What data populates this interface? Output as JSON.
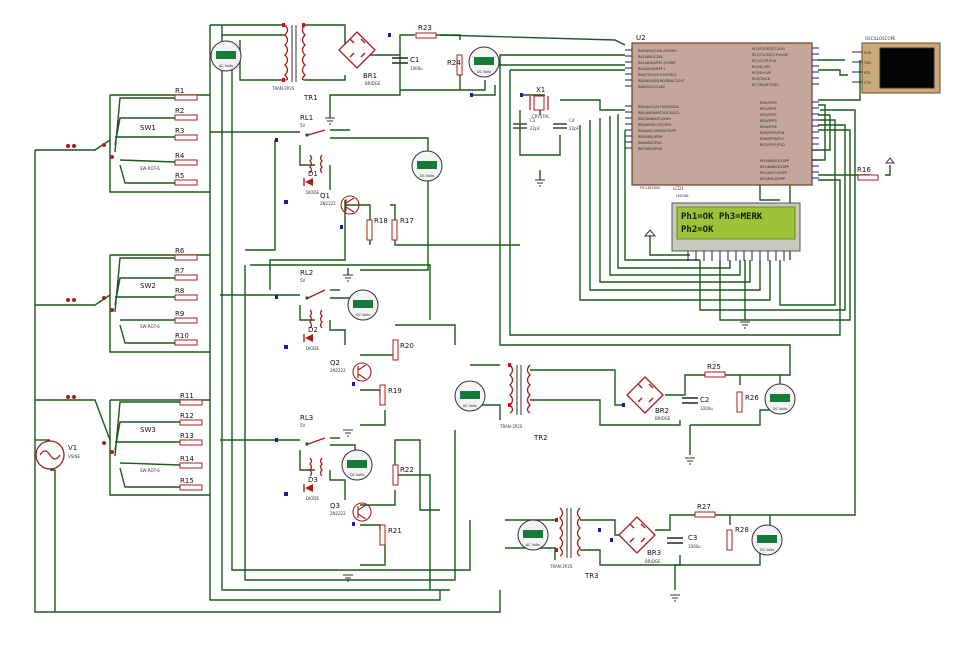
{
  "colors": {
    "wire": "#1a5a1a",
    "component": "#a81c1c",
    "ic_fill": "#c4a79a",
    "lcd_green": "#9cc23a",
    "meter_green": "#157a3c",
    "scope_screen": "#050505"
  },
  "meters": {
    "vm1": "AC Volts",
    "vm2": "DC Volts",
    "vm3": "DC Volts",
    "vm4": "DC Volts",
    "vm5": "DC Volts",
    "vm6": "AC Volts",
    "vm7": "DC Volts",
    "vm8": "AC Volts",
    "vm9": "DC Volts"
  },
  "transformers": {
    "tr1": {
      "ref": "TR1",
      "type": "TRAN-2P2S"
    },
    "tr2": {
      "ref": "TR2",
      "type": "TRAN-2P2S"
    },
    "tr3": {
      "ref": "TR3",
      "type": "TRAN-2P2S"
    }
  },
  "bridges": {
    "br1": {
      "ref": "BR1",
      "type": "BRIDGE"
    },
    "br2": {
      "ref": "BR2",
      "type": "BRIDGE"
    },
    "br3": {
      "ref": "BR3",
      "type": "BRIDGE"
    }
  },
  "caps": {
    "c1": {
      "ref": "C1",
      "val": "1000u"
    },
    "c2": {
      "ref": "C2",
      "val": "1000u"
    },
    "c3": {
      "ref": "C3",
      "val": "1000u"
    },
    "c4": {
      "ref": "C3",
      "val": "22pF"
    },
    "c5": {
      "ref": "C4",
      "val": "22pF"
    }
  },
  "resistors": {
    "r1": "R1",
    "r2": "R2",
    "r3": "R3",
    "r4": "R4",
    "r5": "R5",
    "r6": "R6",
    "r7": "R7",
    "r8": "R8",
    "r9": "R9",
    "r10": "R10",
    "r11": "R11",
    "r12": "R12",
    "r13": "R13",
    "r14": "R14",
    "r15": "R15",
    "r16": "R16",
    "r17": "R17",
    "r18": "R18",
    "r19": "R19",
    "r20": "R20",
    "r21": "R21",
    "r22": "R22",
    "r23": "R23",
    "r24": "R24",
    "r25": "R25",
    "r26": "R26",
    "r27": "R27",
    "r28": "R28"
  },
  "switches": {
    "sw1": "SW1",
    "sw2": "SW2",
    "sw3": "SW3",
    "type": "SW-ROT-6"
  },
  "relays": {
    "rl1": "RL1",
    "rl2": "RL2",
    "rl3": "RL3",
    "val": "5V"
  },
  "diodes": {
    "d1": "D1",
    "d2": "D2",
    "d3": "D3",
    "type": "DIODE"
  },
  "transistors": {
    "q1": "Q1",
    "q2": "Q2",
    "q3": "Q3",
    "type": "2N2222"
  },
  "source": {
    "ref": "V1",
    "val": "VSINE"
  },
  "crystal": {
    "ref": "X1",
    "val": "CRYSTAL"
  },
  "mcu": {
    "ref": "U2",
    "part": "PIC16F4550",
    "left_pins_a": [
      "RA0/AN0/C1IN-/ULPWU",
      "RA1/AN1/C2IN-",
      "RA2/AN2/VREF-/CVREF",
      "RA3/AN3/VREF+",
      "RA4/T0CKI/C1OUT/RCV",
      "RA5/AN4/SS/HLVDIN/C2OUT",
      "RA6/OSC2/CLKO"
    ],
    "left_pins_b": [
      "RB0/AN12/FLT0/SDI/SDA",
      "RB1/AN10/INT1/SCK/SCL",
      "RB2/AN8/INT2/VMO",
      "RB3/AN9/CCP2/VPO",
      "RB4/AN11/KBI0/CSSPP",
      "RB5/KBI1/PGM",
      "RB6/KBI2/PGC",
      "RB7/KBI3/PGD"
    ],
    "right_pins_a": [
      "RC0/T1OSO/T13CKI",
      "RC1/T1OSI/CCP2/UOE",
      "RC2/CCP1/P1A",
      "RC4/D-/VM",
      "RC5/D+/VP",
      "RC6/TX/CK",
      "RC7/RX/DT/SDO"
    ],
    "right_pins_b": [
      "RD0/SPP0",
      "RD1/SPP1",
      "RD2/SPP2",
      "RD3/SPP3",
      "RD4/SPP4",
      "RD5/SPP5/P1B",
      "RD6/SPP6/P1C",
      "RD7/SPP7/P1D"
    ],
    "right_pins_c": [
      "RE0/AN5/CK1SPP",
      "RE1/AN6/CK2SPP",
      "RE2/AN7/OESPP",
      "RE3/MCLR/VPP"
    ]
  },
  "lcd": {
    "ref": "LCD1",
    "part": "LM016L",
    "line1": "Ph1=OK  Ph3=MERK",
    "line2": "Ph2=OK"
  },
  "scope": {
    "ref": "OSCILLOSCOPE",
    "pins": [
      "RXD",
      "TXD",
      "RTS",
      "CTS"
    ]
  }
}
